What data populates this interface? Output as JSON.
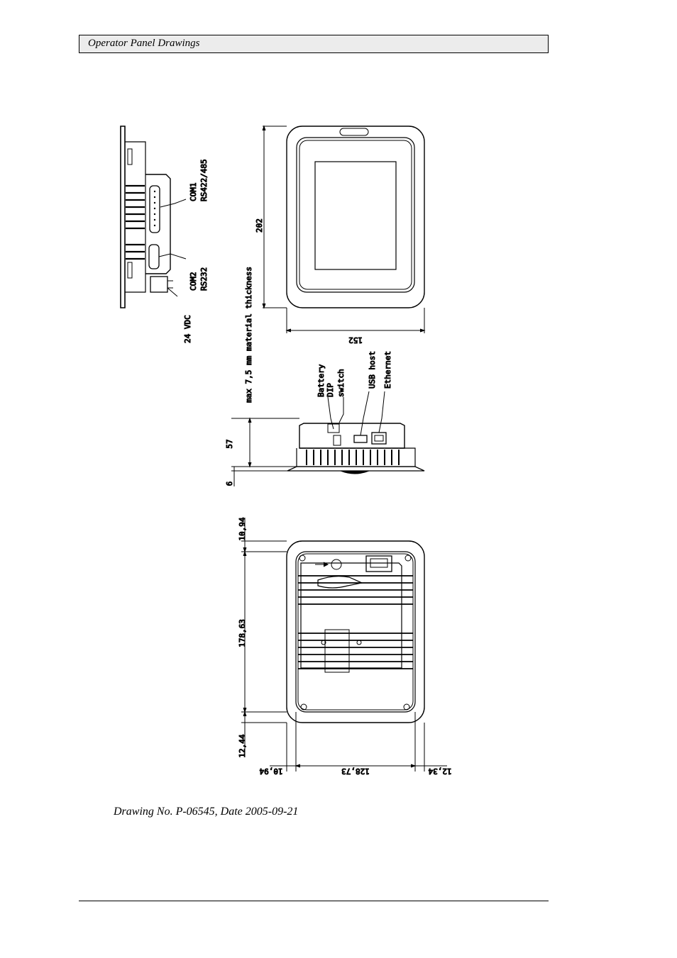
{
  "header": {
    "title": "Operator Panel Drawings"
  },
  "caption": "Drawing No. P-06545, Date 2005-09-21",
  "side_view": {
    "com1_label": "COM1",
    "com1_sub": "RS422/485",
    "com2_label": "COM2",
    "com2_sub": "RS232",
    "power_label": "24 VDC"
  },
  "front_view": {
    "height_dim": "202",
    "width_dim": "152",
    "thickness_note": "max 7,5 mm material thickness"
  },
  "bottom_view": {
    "battery_label": "Battery",
    "dip_label": "DIP",
    "switch_label": "switch",
    "usb_label": "USB host",
    "ethernet_label": "Ethernet",
    "depth_dim": "57",
    "bezel_dim": "6"
  },
  "back_view": {
    "top_margin_dim": "10,94",
    "height_dim": "178,63",
    "bottom_margin_dim": "12,44",
    "left_margin_dim": "10,94",
    "width_dim": "128,73",
    "right_margin_dim": "12,34"
  }
}
